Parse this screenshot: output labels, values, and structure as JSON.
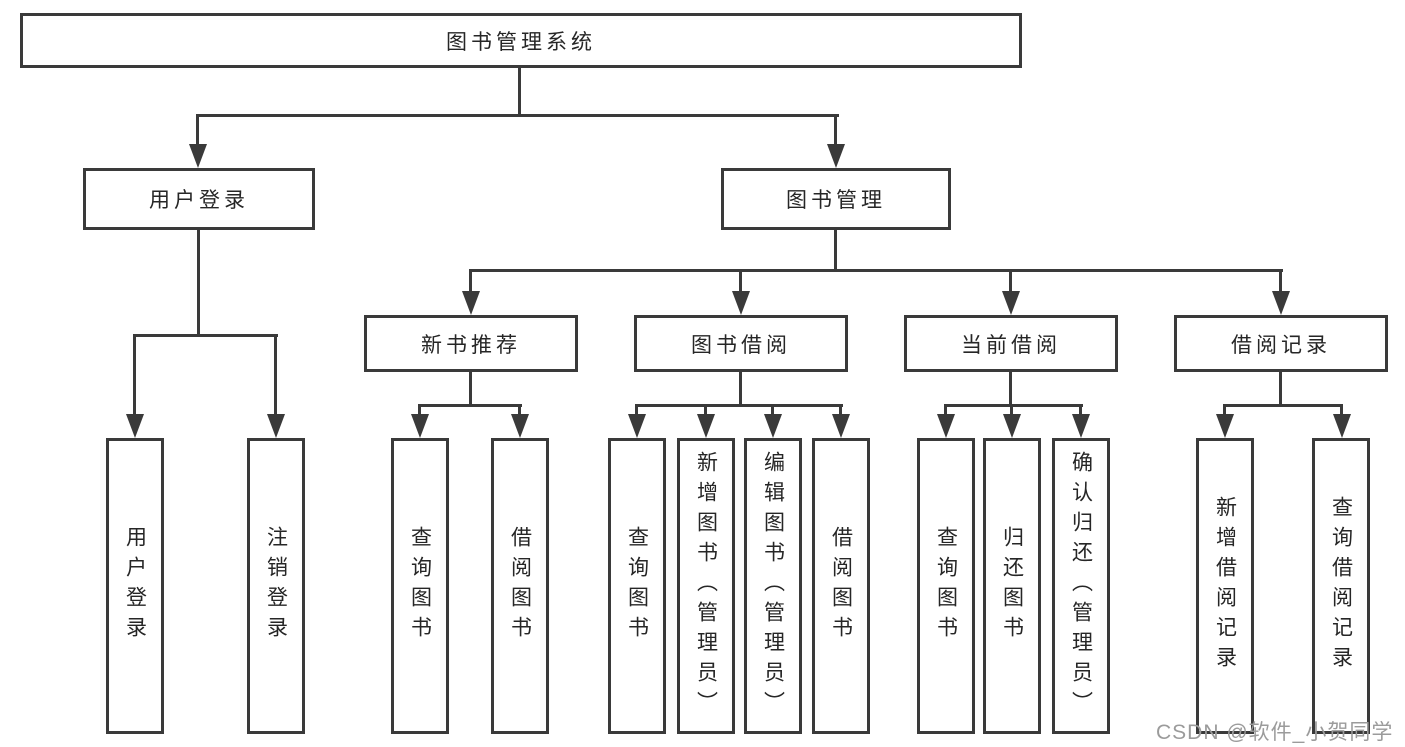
{
  "diagram": {
    "colors": {
      "line": "#3a3a3a",
      "text": "#262626",
      "background": "#ffffff",
      "watermark": "#9b9b9b"
    },
    "watermark": {
      "text": "CSDN @软件_小贺同学"
    },
    "nodes": {
      "root": {
        "label": "图书管理系统"
      },
      "user_login": {
        "label": "用户登录"
      },
      "book_mgmt": {
        "label": "图书管理"
      },
      "new_book_rec": {
        "label": "新书推荐"
      },
      "book_borrow": {
        "label": "图书借阅"
      },
      "current_borrow": {
        "label": "当前借阅"
      },
      "borrow_record": {
        "label": "借阅记录"
      },
      "leaf_user_login": {
        "label": "用户登录"
      },
      "leaf_logout": {
        "label": "注销登录"
      },
      "leaf_query_book_new": {
        "label": "查询图书"
      },
      "leaf_borrow_book_new": {
        "label": "借阅图书"
      },
      "leaf_query_book_b": {
        "label": "查询图书"
      },
      "leaf_add_book": {
        "label": "新增图书（管理员）"
      },
      "leaf_edit_book": {
        "label": "编辑图书（管理员）"
      },
      "leaf_borrow_book_b": {
        "label": "借阅图书"
      },
      "leaf_query_book_c": {
        "label": "查询图书"
      },
      "leaf_return_book": {
        "label": "归还图书"
      },
      "leaf_confirm_return": {
        "label": "确认归还（管理员）"
      },
      "leaf_add_record": {
        "label": "新增借阅记录"
      },
      "leaf_query_record": {
        "label": "查询借阅记录"
      }
    },
    "hierarchy": {
      "图书管理系统": {
        "用户登录": [
          "用户登录",
          "注销登录"
        ],
        "图书管理": {
          "新书推荐": [
            "查询图书",
            "借阅图书"
          ],
          "图书借阅": [
            "查询图书",
            "新增图书（管理员）",
            "编辑图书（管理员）",
            "借阅图书"
          ],
          "当前借阅": [
            "查询图书",
            "归还图书",
            "确认归还（管理员）"
          ],
          "借阅记录": [
            "新增借阅记录",
            "查询借阅记录"
          ]
        }
      }
    }
  }
}
